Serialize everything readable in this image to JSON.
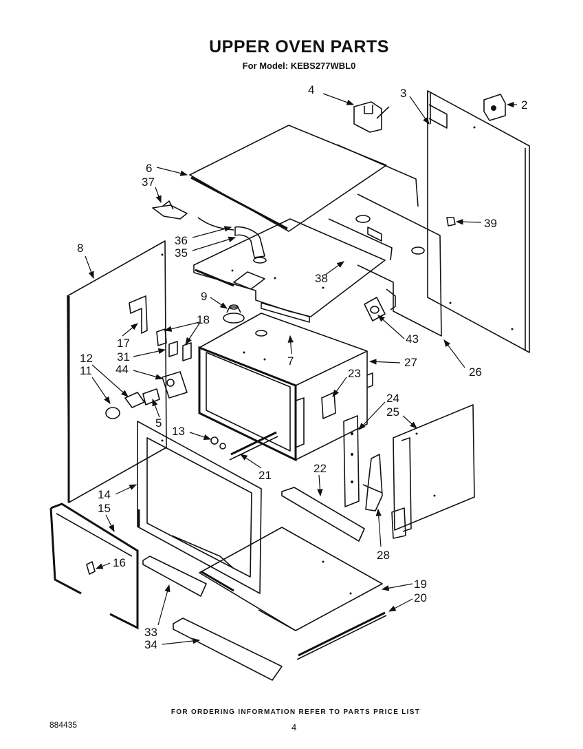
{
  "header": {
    "title": "UPPER OVEN PARTS",
    "subtitle": "For Model: KEBS277WBL0"
  },
  "callouts": [
    "2",
    "3",
    "4",
    "6",
    "37",
    "36",
    "35",
    "38",
    "39",
    "8",
    "9",
    "17",
    "18",
    "31",
    "12",
    "11",
    "44",
    "5",
    "7",
    "27",
    "26",
    "43",
    "23",
    "24",
    "25",
    "13",
    "21",
    "22",
    "14",
    "15",
    "16",
    "28",
    "19",
    "20",
    "33",
    "34"
  ],
  "footer": {
    "ordering_note": "FOR ORDERING INFORMATION REFER TO PARTS PRICE LIST",
    "doc_number": "884435",
    "page_number": "4"
  }
}
